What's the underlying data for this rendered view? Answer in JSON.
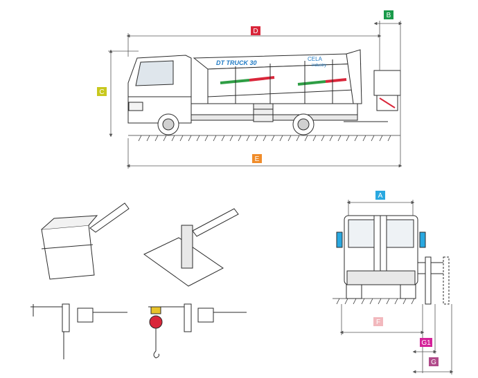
{
  "colors": {
    "line": "#2a2a2a",
    "dim_line": "#555555",
    "ground_hatch": "#333333",
    "label_A": "#29a8e0",
    "label_B": "#1a9a4a",
    "label_C": "#c8c81e",
    "label_D": "#d9263a",
    "label_E": "#f08c2a",
    "label_F": "#f2b8bd",
    "label_G": "#b04a8a",
    "label_G1": "#d4239a",
    "truck_logo_blue": "#1f7ac4",
    "stripe_green": "#2f9e45",
    "stripe_red": "#d9263a"
  },
  "dimension_labels": {
    "A": "A",
    "B": "B",
    "C": "C",
    "D": "D",
    "E": "E",
    "F": "F",
    "G": "G",
    "G1": "G1"
  },
  "truck_markings": {
    "model": "DT TRUCK 30",
    "brand": "CELA",
    "brand_sub": "industry"
  },
  "icons": {
    "hook": "hook-icon",
    "winch": "winch-icon"
  }
}
